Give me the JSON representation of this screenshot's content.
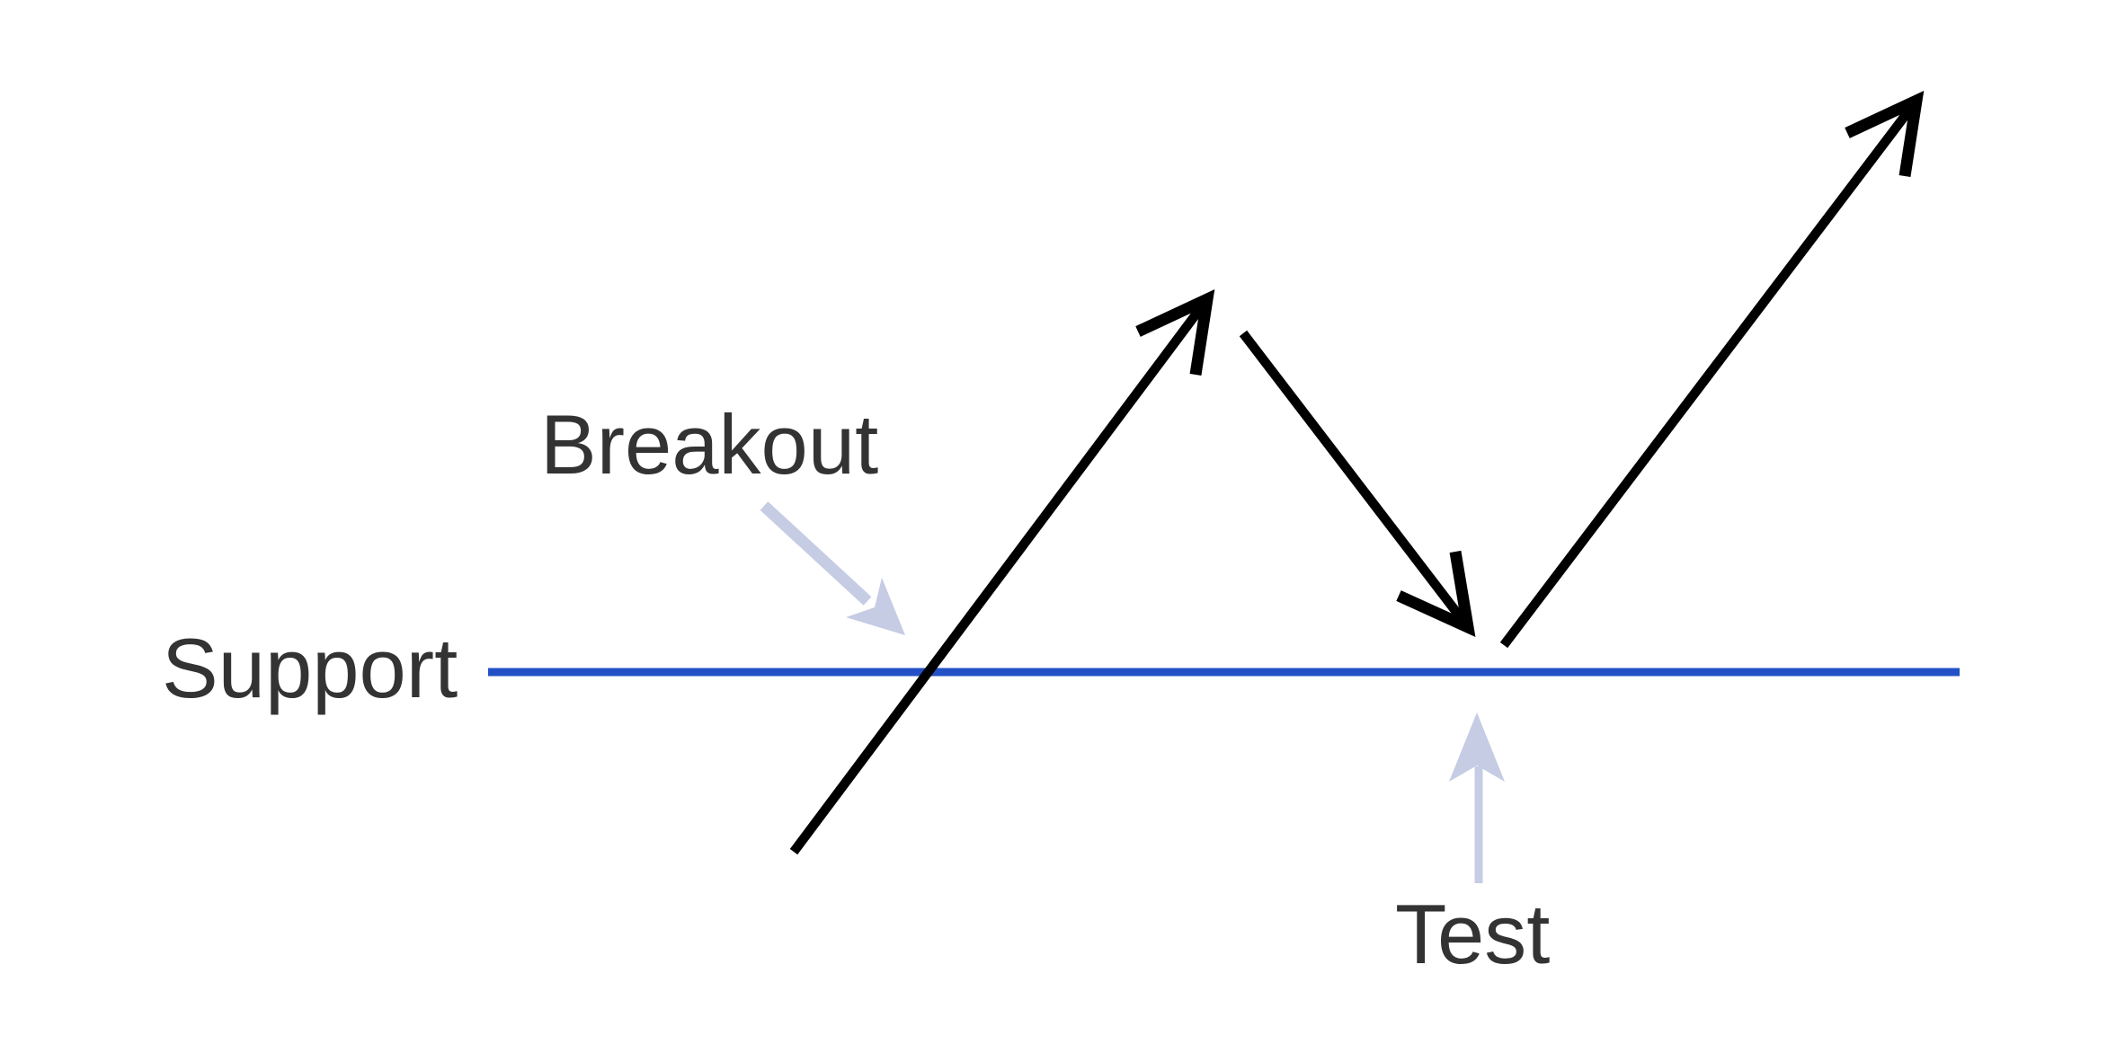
{
  "diagram": {
    "title_hint": "support-breakout-test",
    "labels": {
      "support": "Support",
      "breakout": "Breakout",
      "test": "Test"
    },
    "colors": {
      "support_line": "#2351c5",
      "price_arrow": "#000000",
      "annotation_arrow": "#c5cce4",
      "label_text": "#333333",
      "background": "#ffffff"
    }
  }
}
